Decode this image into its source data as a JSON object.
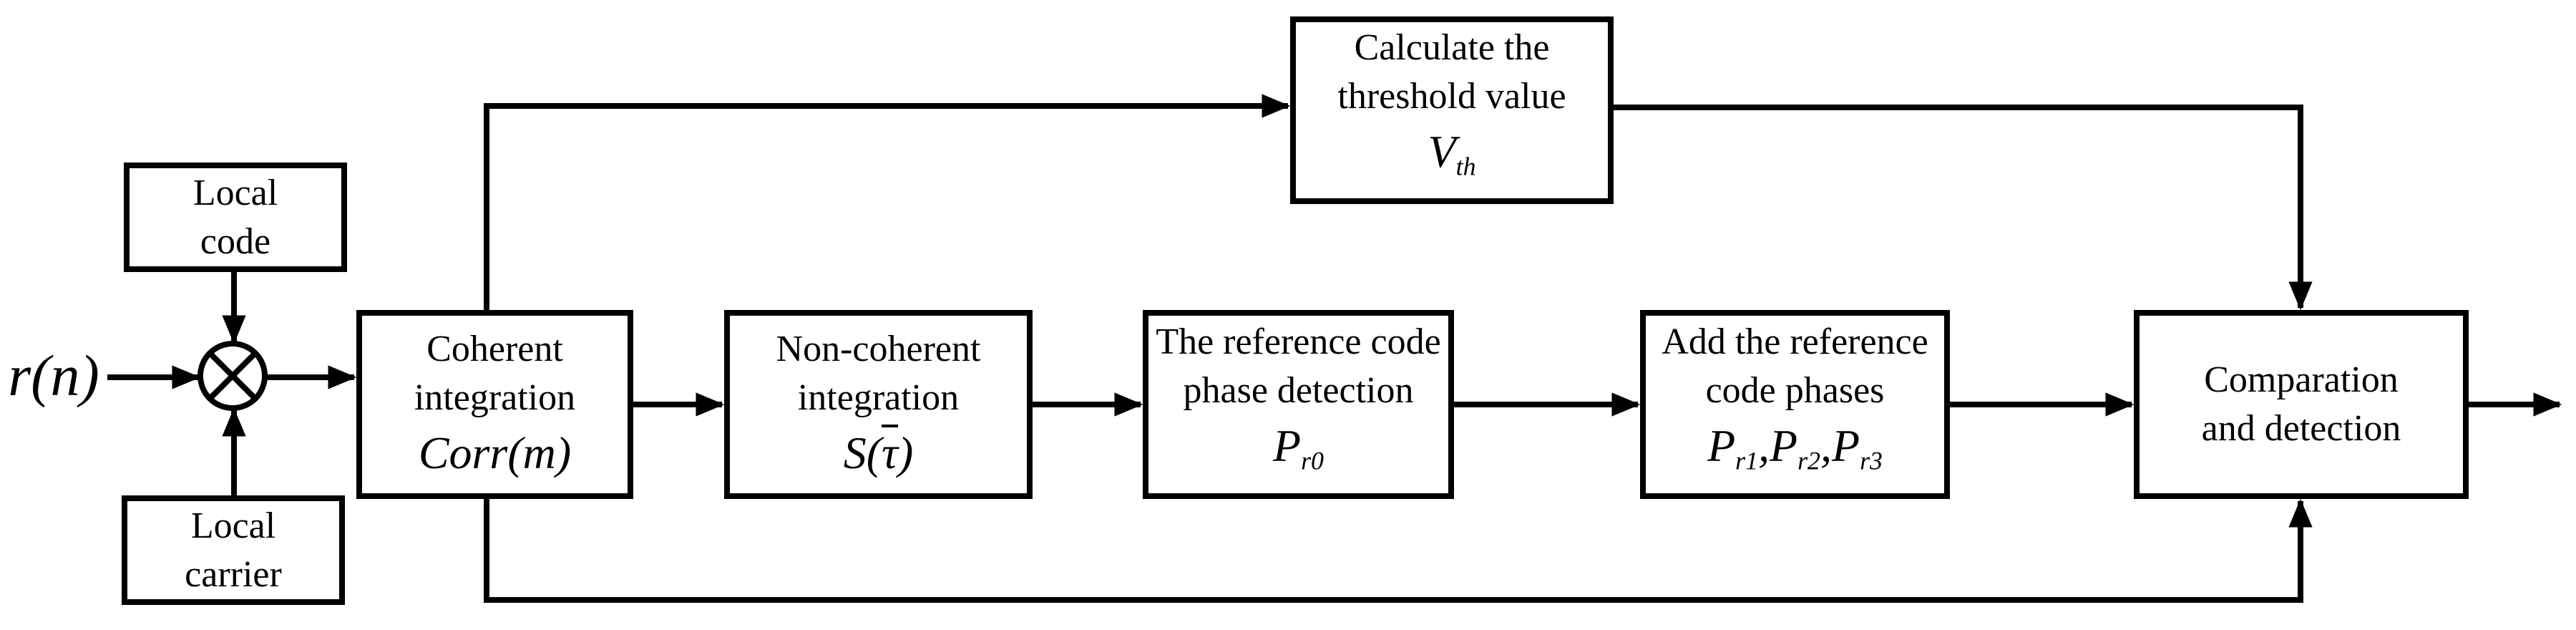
{
  "page": {
    "background": "#ffffff",
    "line_color": "#000000"
  },
  "diagram": {
    "input_label": "r(n)",
    "boxes": {
      "local_code": {
        "line1": "Local",
        "line2": "code"
      },
      "local_carrier": {
        "line1": "Local",
        "line2": "carrier"
      },
      "coherent": {
        "line1": "Coherent",
        "line2": "integration",
        "formula": "Corr(m)"
      },
      "non_coherent": {
        "line1": "Non-coherent",
        "line2": "integration",
        "f_open": "S(",
        "f_tau": "τ",
        "f_close": ")"
      },
      "ref_code": {
        "line1": "The reference code",
        "line2": "phase detection",
        "f_main": "P",
        "f_sub": "r0"
      },
      "add_phases": {
        "line1": "Add the reference",
        "line2": "code phases",
        "p": "P",
        "s1": "r1",
        "s2": "r2",
        "s3": "r3",
        "comma": ","
      },
      "comparation": {
        "line1": "Comparation",
        "line2": "and detection"
      },
      "threshold": {
        "line1": "Calculate the",
        "line2": "threshold value",
        "f_main": "V",
        "f_sub": "th"
      }
    }
  }
}
